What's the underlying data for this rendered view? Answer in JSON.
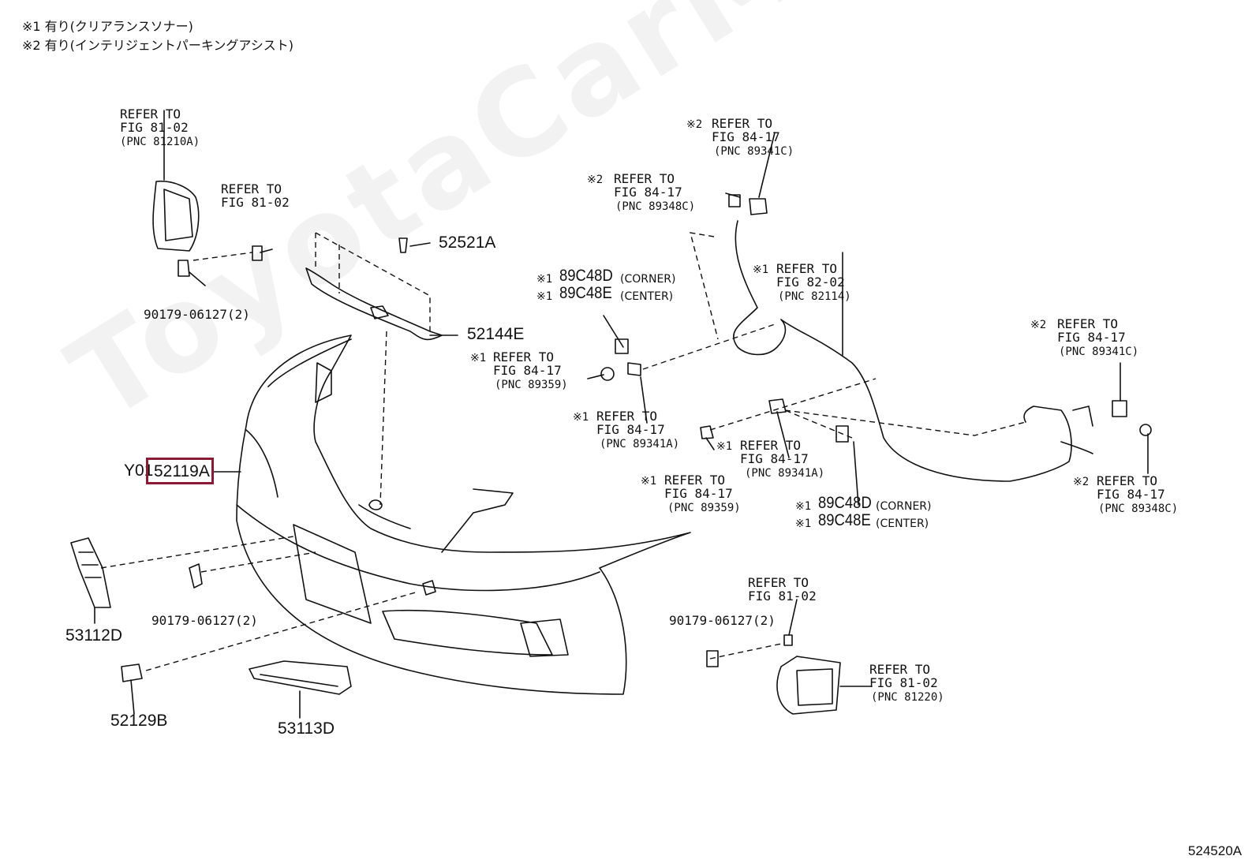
{
  "notes": {
    "line1": "※1 有り(クリアランスソナー)",
    "line2": "※2 有り(インテリジェントパーキングアシスト)"
  },
  "watermark": "ToyotaCarMine.ru",
  "diagram_id": "524520A",
  "highlight": {
    "prefix": "Y01",
    "part": "52119A",
    "color": "#8b1a34"
  },
  "parts": {
    "p52521A": "52521A",
    "p52144E": "52144E",
    "p53112D": "53112D",
    "p52129B": "52129B",
    "p53113D": "53113D",
    "clip_tl": "90179-06127(2)",
    "clip_ml": "90179-06127(2)",
    "clip_br": "90179-06127(2)",
    "c48d_top": "89C48D",
    "c48e_top": "89C48E",
    "c48d_bot": "89C48D",
    "c48e_bot": "89C48E",
    "corner": "(CORNER)",
    "center": "(CENTER)",
    "corner_b": "(CORNER)",
    "center_b": "(CENTER)"
  },
  "marks": {
    "m1": "※1",
    "m2": "※2"
  },
  "refs": {
    "tl": {
      "l1": "REFER TO",
      "l2": "FIG 81-02",
      "l3": "(PNC 81210A)"
    },
    "tl2": {
      "l1": "REFER TO",
      "l2": "FIG 81-02"
    },
    "tr1": {
      "l1": "REFER TO",
      "l2": "FIG 84-17",
      "l3": "(PNC 89341C)"
    },
    "tr2": {
      "l1": "REFER TO",
      "l2": "FIG 84-17",
      "l3": "(PNC 89348C)"
    },
    "mid_wire": {
      "l1": "REFER TO",
      "l2": "FIG 82-02",
      "l3": "(PNC 82114)"
    },
    "r_top": {
      "l1": "REFER TO",
      "l2": "FIG 84-17",
      "l3": "(PNC 89341C)"
    },
    "m_359a": {
      "l1": "REFER TO",
      "l2": "FIG 84-17",
      "l3": "(PNC 89359)"
    },
    "m_341a": {
      "l1": "REFER TO",
      "l2": "FIG 84-17",
      "l3": "(PNC 89341A)"
    },
    "m_341a2": {
      "l1": "REFER TO",
      "l2": "FIG 84-17",
      "l3": "(PNC 89341A)"
    },
    "m_359b": {
      "l1": "REFER TO",
      "l2": "FIG 84-17",
      "l3": "(PNC 89359)"
    },
    "r_348c": {
      "l1": "REFER TO",
      "l2": "FIG 84-17",
      "l3": "(PNC 89348C)"
    },
    "br_top": {
      "l1": "REFER TO",
      "l2": "FIG 81-02"
    },
    "br_fog": {
      "l1": "REFER TO",
      "l2": "FIG 81-02",
      "l3": "(PNC 81220)"
    }
  }
}
